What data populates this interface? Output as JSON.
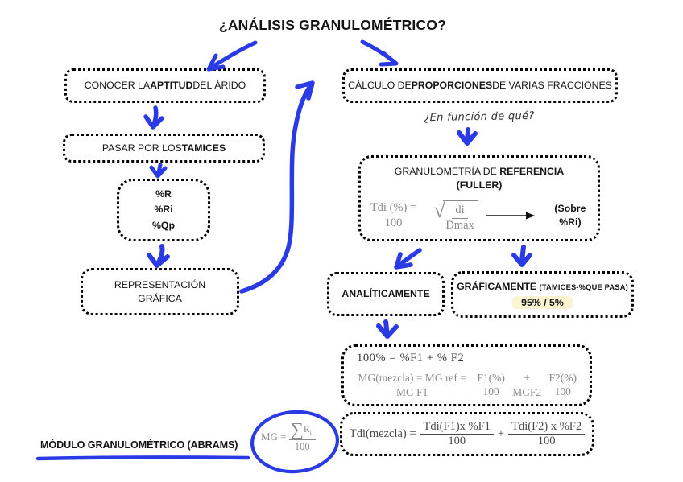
{
  "colors": {
    "arrow_blue": "#2a3be6",
    "highlight_yellow": "#fcf3d2",
    "formula_gray": "#8a8a8a",
    "ink_black": "#141414"
  },
  "title": "¿ANÁLISIS GRANULOMÉTRICO?",
  "left_flow": {
    "box1": {
      "pre": "CONOCER LA ",
      "bold": "APTITUD",
      "post": " DEL ÁRIDO"
    },
    "box2": {
      "pre": "PASAR POR LOS ",
      "bold": "TAMICES"
    },
    "box3": {
      "lines": [
        "%R",
        "%Ri",
        "%Qp"
      ]
    },
    "box4": {
      "line1": "REPRESENTACIÓN",
      "line2": "GRÁFICA"
    }
  },
  "right_flow": {
    "calc_box": {
      "pre": "CÁLCULO DE ",
      "bold": "PROPORCIONES",
      "post": " DE VARIAS FRACCIONES"
    },
    "question": "¿En función de qué?",
    "fuller_box": {
      "title_pre": "GRANULOMETRÍA DE ",
      "title_bold": "REFERENCIA",
      "subtitle": "(FULLER)",
      "formula_lhs": "Tdi (%) = 100",
      "radical": "√",
      "sqrt_num": "di",
      "sqrt_den": "Dmáx",
      "note": "(Sobre %Ri)"
    },
    "analytic_box": {
      "label": "ANALÍTICAMENTE"
    },
    "graphic_box": {
      "bold": "GRÁFICAMENTE ",
      "small": "(TAMICES-%QUE PASA)",
      "highlight": "95% / 5%"
    },
    "formula_box1": {
      "line1": "100% = %F1 + % F2",
      "line2_pre": "MG(mezcla) = MG ref = MG F1",
      "frac1_num": "F1(%)",
      "frac1_den": "100",
      "mid": "+ MGF2",
      "frac2_num": "F2(%)",
      "frac2_den": "100"
    },
    "formula_box2": {
      "lhs": "Tdi(mezcla) =",
      "frac1_num": "Tdi(F1)x %F1",
      "frac1_den": "100",
      "plus": "+",
      "frac2_num": "Tdi(F2) x %F2",
      "frac2_den": "100"
    }
  },
  "footer": {
    "label_pre": "MÓDULO GRANULOMÉTRICO (",
    "label_bold": "ABRAMS",
    "label_post": ")",
    "mg_formula": {
      "lhs": "MG =",
      "sigma": "∑",
      "r": "R",
      "r_sub": "i",
      "den": "100"
    }
  }
}
